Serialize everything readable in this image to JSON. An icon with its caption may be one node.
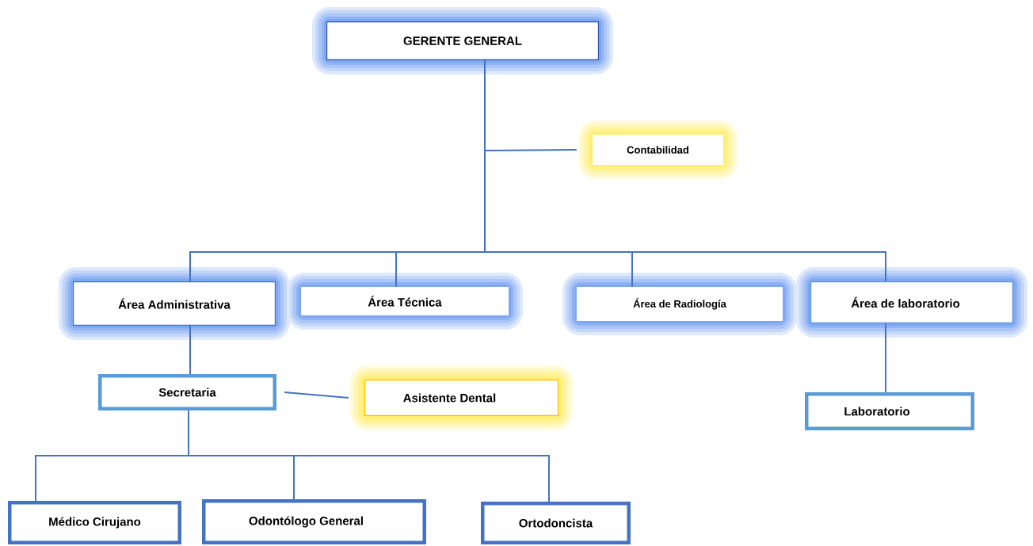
{
  "diagram": {
    "nodes": [
      {
        "text": [
          "GERENTE GENERAL"
        ]
      },
      {
        "text": [
          "Contabilidad"
        ]
      },
      {
        "text": [
          "Área Administrativa"
        ]
      },
      {
        "text": [
          "Área Técnica"
        ]
      },
      {
        "text": [
          "Área de Radiología"
        ]
      },
      {
        "text": [
          "Área de laboratorio"
        ]
      },
      {
        "text": [
          "Secretaria"
        ]
      },
      {
        "text": [
          "Asistente Dental"
        ]
      },
      {
        "text": [
          "Laboratorio"
        ]
      },
      {
        "text": [
          "Médico Cirujano"
        ]
      },
      {
        "text": [
          "Odontólogo General"
        ]
      },
      {
        "text": [
          "Ortodoncista"
        ]
      }
    ],
    "edges": [
      {
        "from": 0,
        "to": 1,
        "arrow": "none"
      },
      {
        "from": 0,
        "to": 2,
        "arrow": "none"
      },
      {
        "from": 0,
        "to": 3,
        "arrow": "none"
      },
      {
        "from": 0,
        "to": 4,
        "arrow": "none"
      },
      {
        "from": 0,
        "to": 5,
        "arrow": "none"
      },
      {
        "from": 2,
        "to": 6,
        "arrow": "none"
      },
      {
        "from": 6,
        "to": 7,
        "arrow": "none"
      },
      {
        "from": 5,
        "to": 8,
        "arrow": "none"
      },
      {
        "from": 6,
        "to": 9,
        "arrow": "none"
      },
      {
        "from": 6,
        "to": 10,
        "arrow": "none"
      },
      {
        "from": 6,
        "to": 11,
        "arrow": "none"
      }
    ]
  }
}
